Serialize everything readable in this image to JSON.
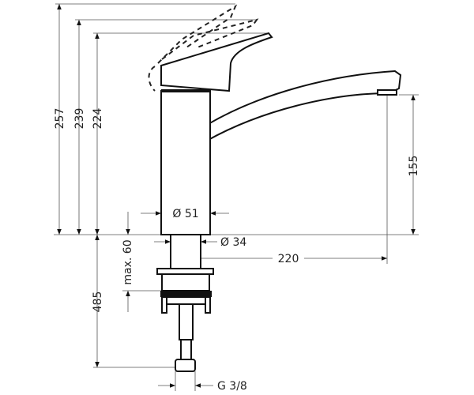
{
  "title": "Faucet dimension drawing",
  "dimensions": {
    "total_height_lever_open": "257",
    "height_lever_mid": "239",
    "height_lever_closed": "224",
    "spout_height": "155",
    "body_diameter": "Ø 51",
    "shank_diameter": "Ø 34",
    "spout_reach": "220",
    "max_counter_thickness": "max. 60",
    "hose_length": "485",
    "connection_thread": "G 3/8"
  },
  "colors": {
    "line": "#111111",
    "dimension": "#555555"
  }
}
